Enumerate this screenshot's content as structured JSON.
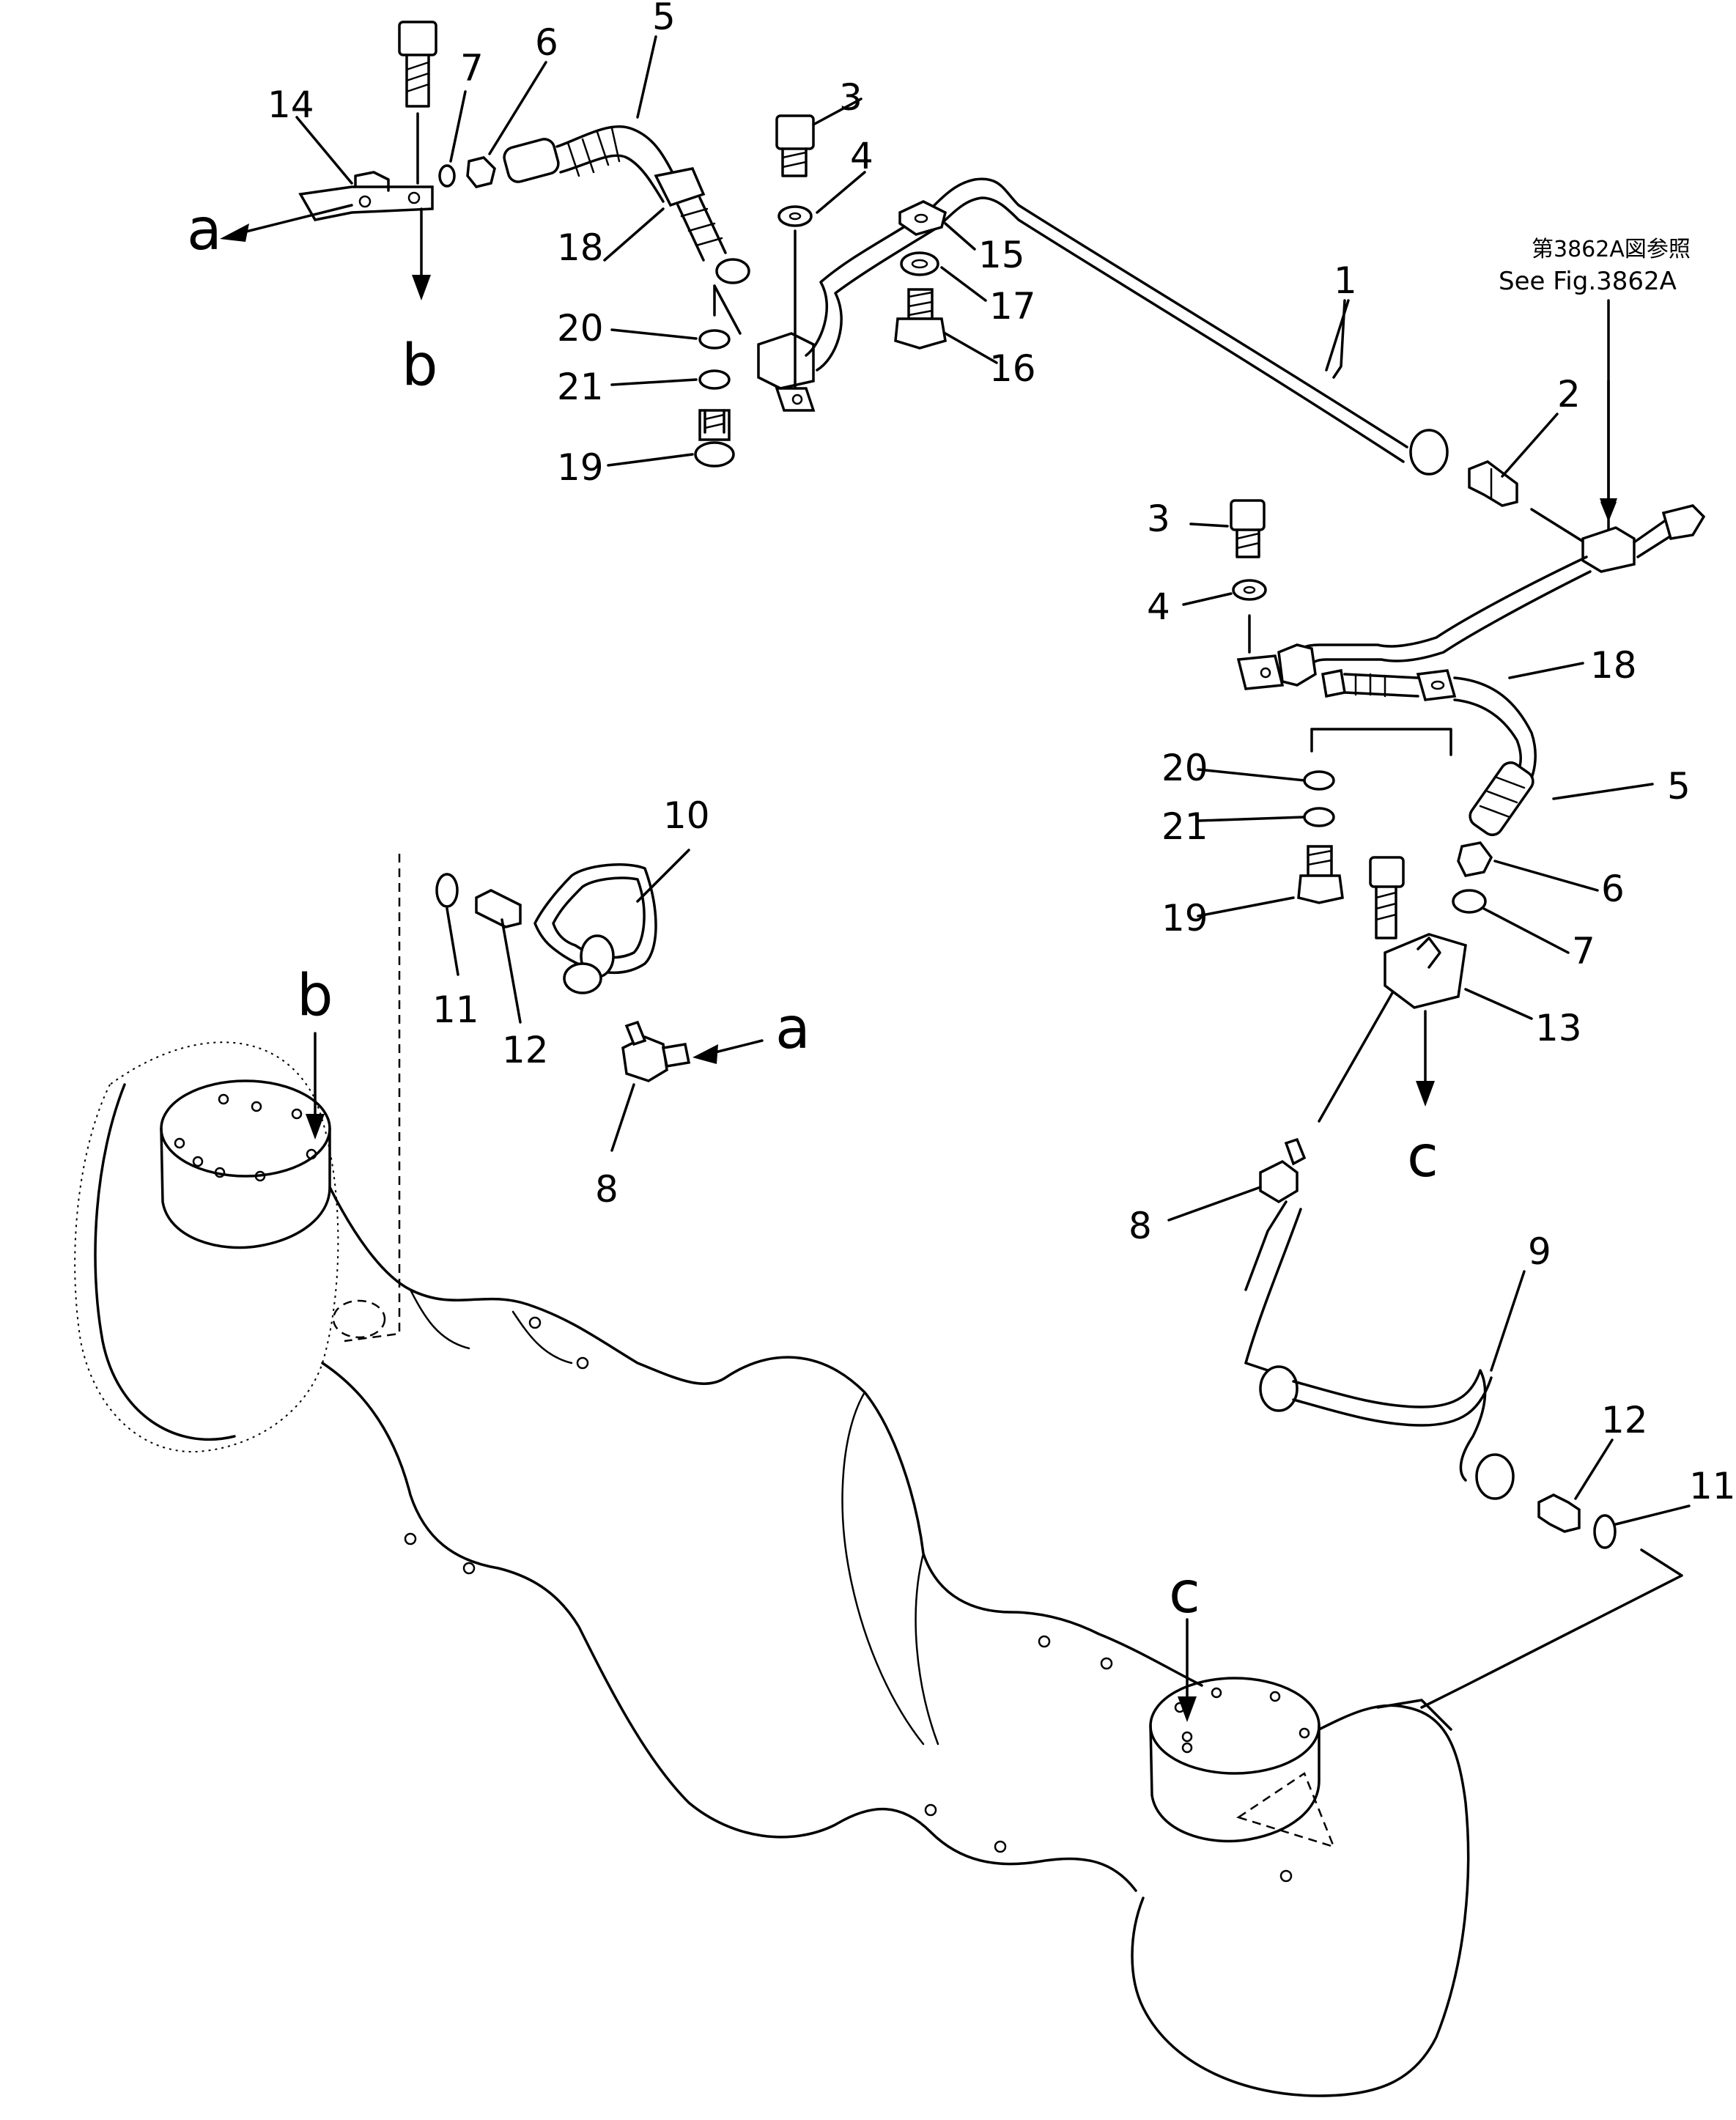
{
  "diagram": {
    "callouts": [
      "1",
      "2",
      "3",
      "4",
      "5",
      "6",
      "7",
      "8",
      "9",
      "10",
      "11",
      "12",
      "13",
      "14",
      "15",
      "16",
      "17",
      "18",
      "19",
      "20",
      "21",
      "3",
      "4",
      "5",
      "6",
      "7",
      "8",
      "11",
      "12",
      "18",
      "19",
      "20",
      "21"
    ],
    "ref_letters": [
      "a",
      "b",
      "a",
      "b",
      "c",
      "c"
    ],
    "reference_note": {
      "jp": "第3862A図参照",
      "en": "See Fig.3862A"
    }
  }
}
